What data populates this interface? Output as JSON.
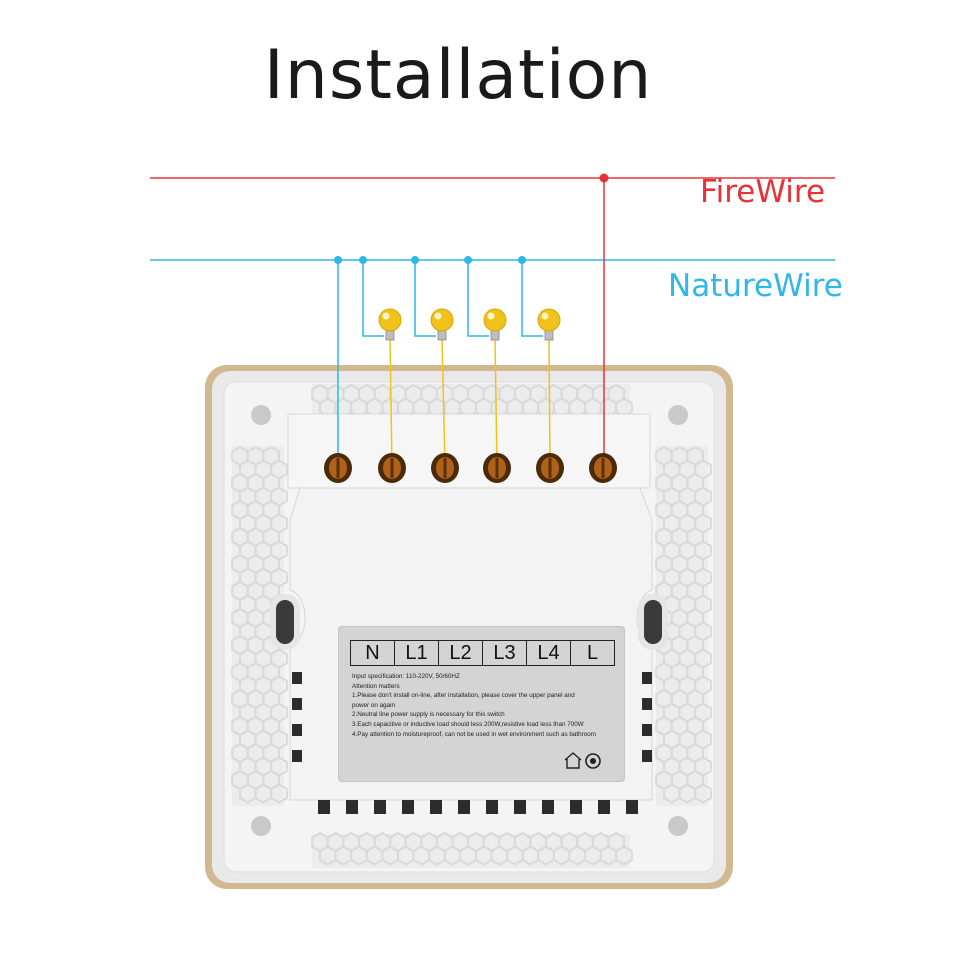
{
  "title": "Installation",
  "wires": {
    "fire": {
      "label": "FireWire",
      "color": "#e8323a"
    },
    "nature": {
      "label": "NatureWire",
      "color": "#2fb7e8"
    }
  },
  "load_color": "#f1c21b",
  "terminals": [
    "N",
    "L1",
    "L2",
    "L3",
    "L4",
    "L"
  ],
  "spec_label": {
    "lines": [
      "Input specification: 110-220V, 50/60HZ",
      "Attention matters",
      "1.Please don't install on-line, after installation, please cover the upper panel and",
      "   power on again",
      "2.Neutral line power supply is necessary for this switch",
      "3.Each capacitive or inductive load should less 200W,resistive load less than 700W",
      "4.Pay attention to moistureproof, can not be used in wet environment such as bathroom"
    ]
  }
}
